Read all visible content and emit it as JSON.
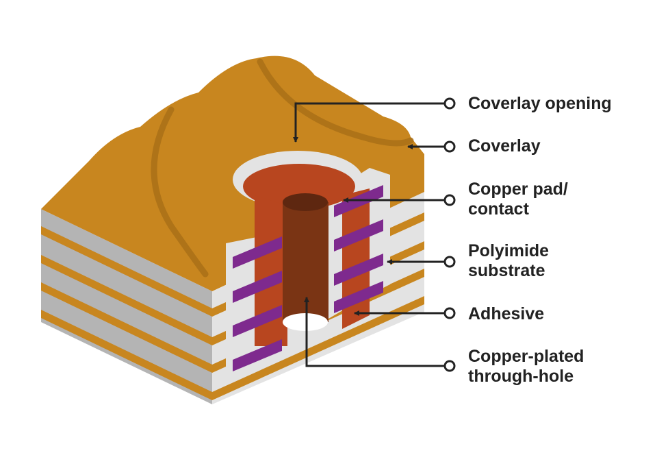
{
  "labels": {
    "coverlay_opening": "Coverlay opening",
    "coverlay": "Coverlay",
    "copper_pad": "Copper pad/\ncontact",
    "polyimide": "Polyimide\nsubstrate",
    "adhesive": "Adhesive",
    "through_hole": "Copper-plated\nthrough-hole"
  },
  "colors": {
    "coverlay": "#c8861f",
    "coverlay_dark": "#a86e17",
    "polyimide": "#e3e3e3",
    "polyimide_side": "#b4b4b4",
    "copper_pad": "#b8461f",
    "hole_inner": "#7a3414",
    "inner_trace": "#7e2a8e",
    "line": "#222222"
  }
}
